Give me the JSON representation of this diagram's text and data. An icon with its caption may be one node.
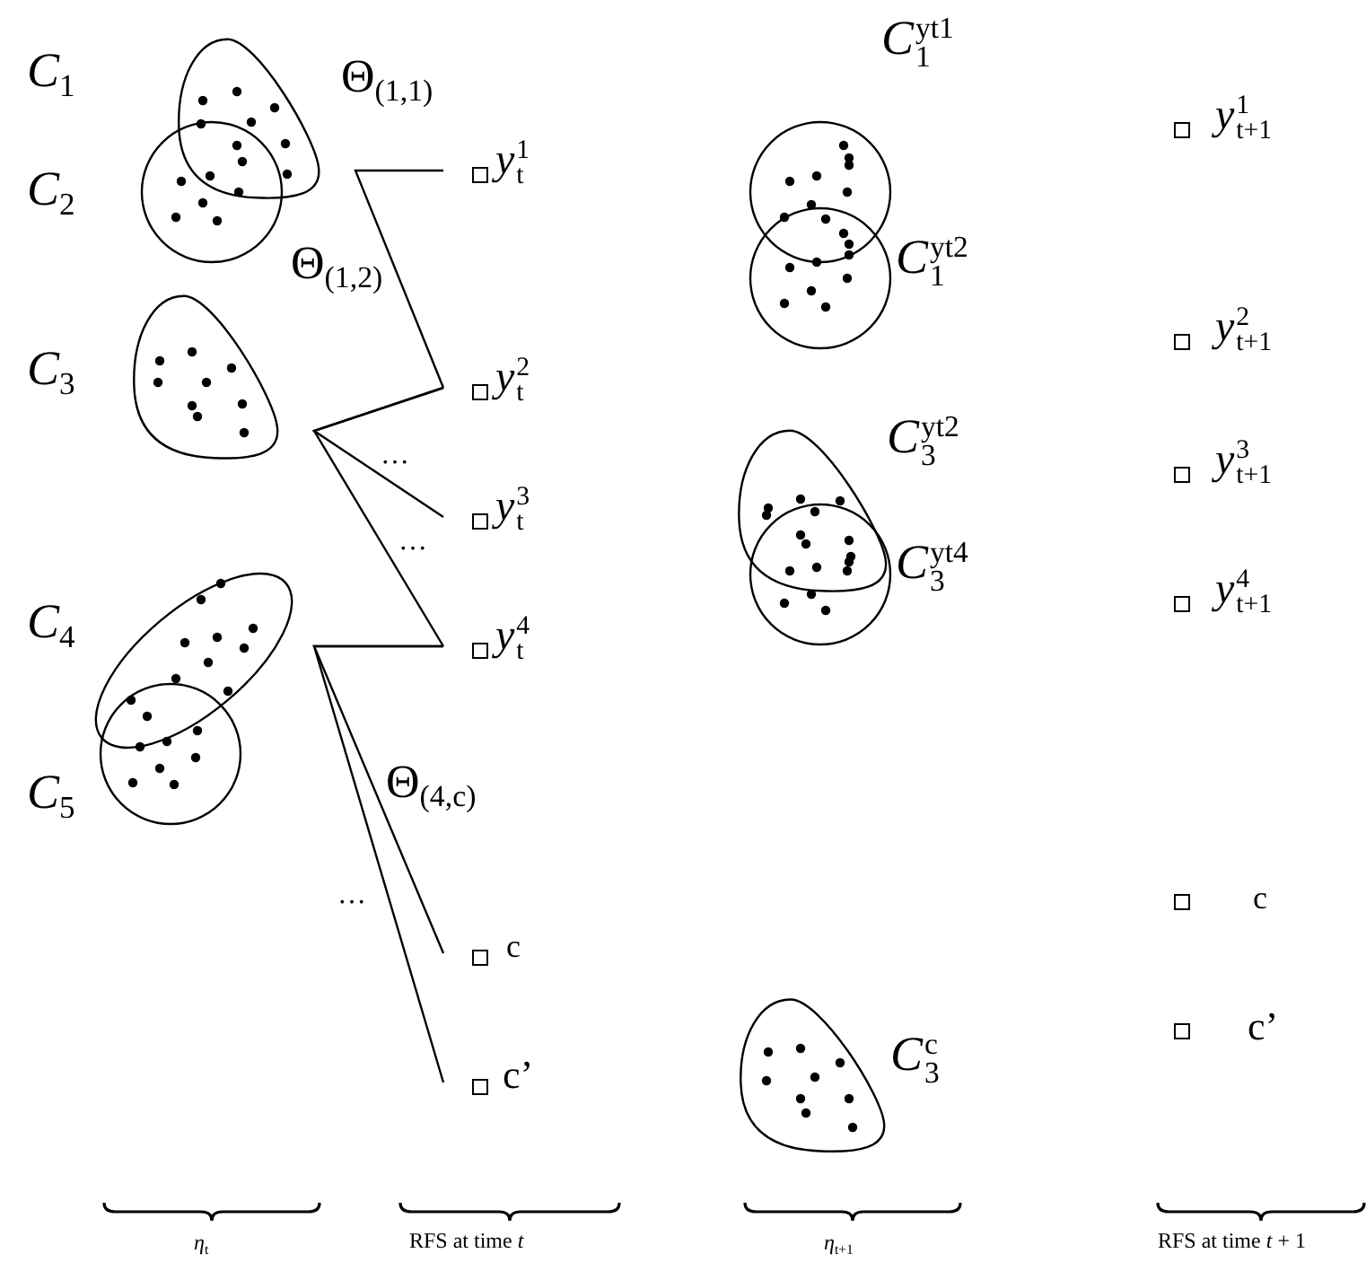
{
  "diagram": {
    "nodes": [
      {
        "text": [
          "*C*$_{1}$"
        ]
      },
      {
        "text": [
          "*C*$_{2}$"
        ]
      },
      {
        "text": [
          "*C*$_{3}$"
        ]
      },
      {
        "text": [
          "*C*$_{4}$"
        ]
      },
      {
        "text": [
          "*C*$_{5}$"
        ]
      },
      {
        "text": [
          "*y*$_{t}$$^{1}$"
        ]
      },
      {
        "text": [
          "*y*$_{t}$$^{2}$"
        ]
      },
      {
        "text": [
          "*y*$_{t}$$^{3}$"
        ]
      },
      {
        "text": [
          "*y*$_{t}$$^{4}$"
        ]
      },
      {
        "text": [
          "c"
        ]
      },
      {
        "text": [
          "c’"
        ]
      },
      {
        "text": [
          "*C*$_{1}$$^{yt1}$"
        ]
      },
      {
        "text": [
          "*C*$_{1}$$^{yt2}$"
        ]
      },
      {
        "text": [
          "*C*$_{3}$$^{yt2}$"
        ]
      },
      {
        "text": [
          "*C*$_{3}$$^{yt4}$"
        ]
      },
      {
        "text": [
          "*C*$_{3}$$^{c}$"
        ]
      },
      {
        "text": [
          "*y*$_{t+1}$$^{1}$"
        ]
      },
      {
        "text": [
          "*y*$_{t+1}$$^{2}$"
        ]
      },
      {
        "text": [
          "*y*$_{t+1}$$^{3}$"
        ]
      },
      {
        "text": [
          "*y*$_{t+1}$$^{4}$"
        ]
      },
      {
        "text": [
          "c"
        ]
      },
      {
        "text": [
          "c’"
        ]
      }
    ],
    "edges": [
      {
        "from": 5,
        "to": 6,
        "arrow": "none"
      },
      {
        "from": 6,
        "to": 7,
        "arrow": "none"
      },
      {
        "from": 6,
        "to": 8,
        "arrow": "none"
      },
      {
        "from": 8,
        "to": 9,
        "arrow": "none"
      },
      {
        "from": 8,
        "to": 10,
        "arrow": "none"
      }
    ],
    "labels": [
      "Θ$_{(1,1)}$",
      "Θ$_{(1,2)}$",
      "…",
      "…",
      "Θ$_{(4,c)}$",
      "…",
      "*η*$_{t}$",
      "RFS at time *t*",
      "*η*$_{t+1}$",
      "RFS at time *t* + 1"
    ]
  }
}
